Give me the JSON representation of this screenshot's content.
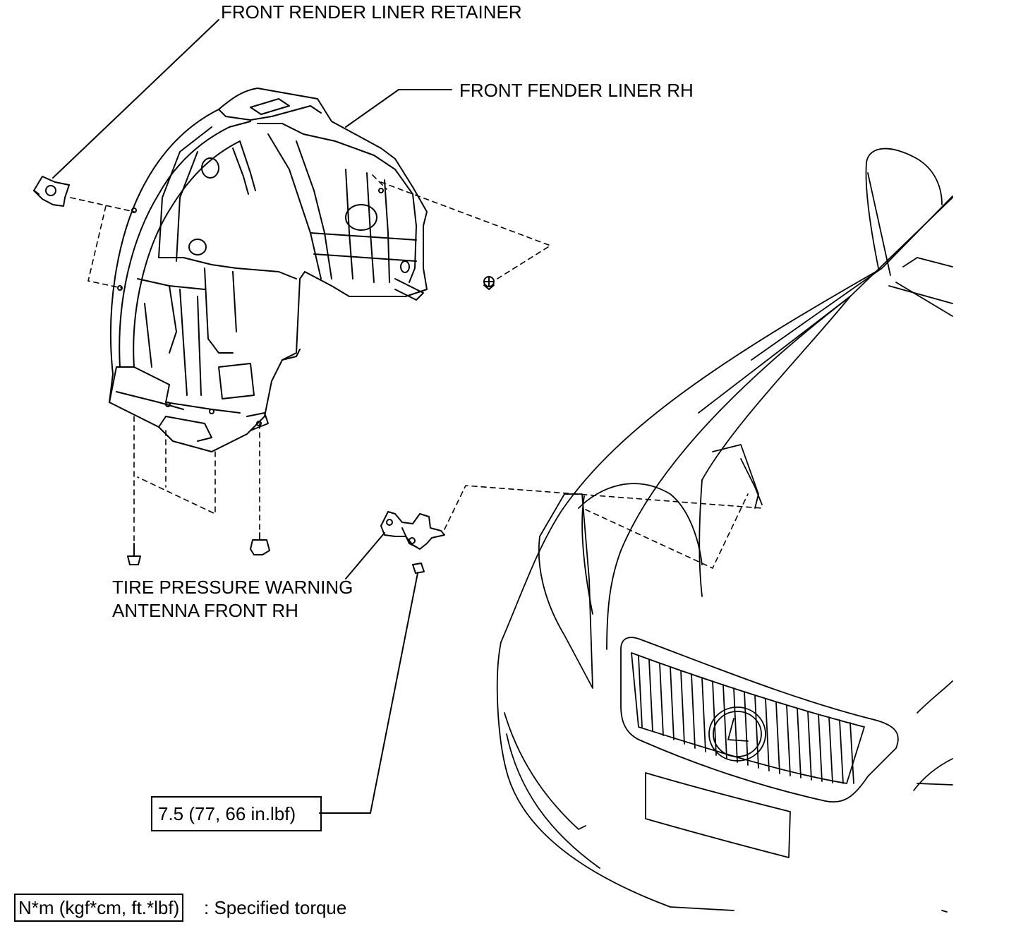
{
  "labels": {
    "retainer": "FRONT RENDER LINER RETAINER",
    "liner": "FRONT FENDER LINER RH",
    "antenna_line1": "TIRE PRESSURE WARNING",
    "antenna_line2": "ANTENNA FRONT RH"
  },
  "torque": {
    "value": "7.5 (77, 66 in.lbf)"
  },
  "legend": {
    "unit_box": "N*m (kgf*cm, ft.*lbf)",
    "description": ": Specified torque"
  },
  "colors": {
    "line": "#000000",
    "background": "#ffffff"
  }
}
